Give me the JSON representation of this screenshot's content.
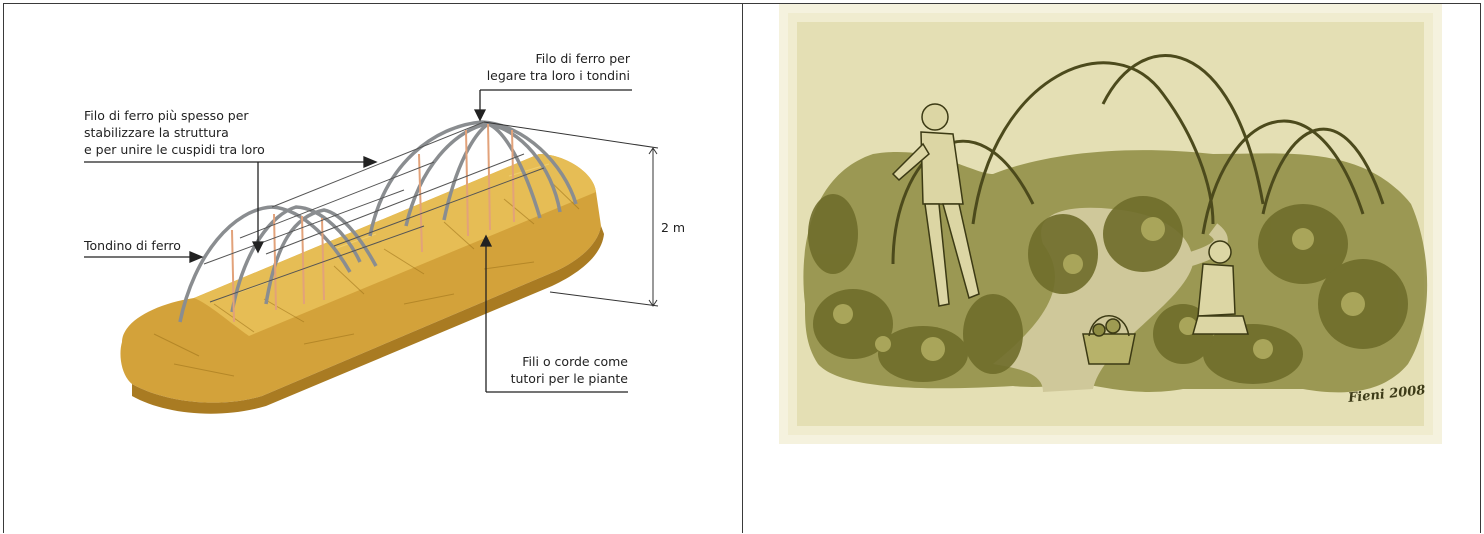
{
  "left_figure": {
    "labels": {
      "top_right_line1": "Filo di ferro per",
      "top_right_line2": "legare tra loro i tondini",
      "top_left_line1": "Filo di ferro più spesso per",
      "top_left_line2": "stabilizzare la struttura",
      "top_left_line3": "e per unire le cuspidi tra loro",
      "left_middle": "Tondino di ferro",
      "height": "2 m",
      "bottom_right_line1": "Fili o corde come",
      "bottom_right_line2": "tutori per le piante"
    },
    "colors": {
      "straw": "#d8a93a",
      "straw_dark": "#b48422",
      "hoop": "#8a8d90",
      "stake": "#e2a27a"
    }
  },
  "right_figure": {
    "signature": "Fieni 2008",
    "colors": {
      "background": "#e4dfb4",
      "ink": "#4c4a1c",
      "leaf": "#8a8a3a",
      "path": "#cfc89a"
    }
  }
}
